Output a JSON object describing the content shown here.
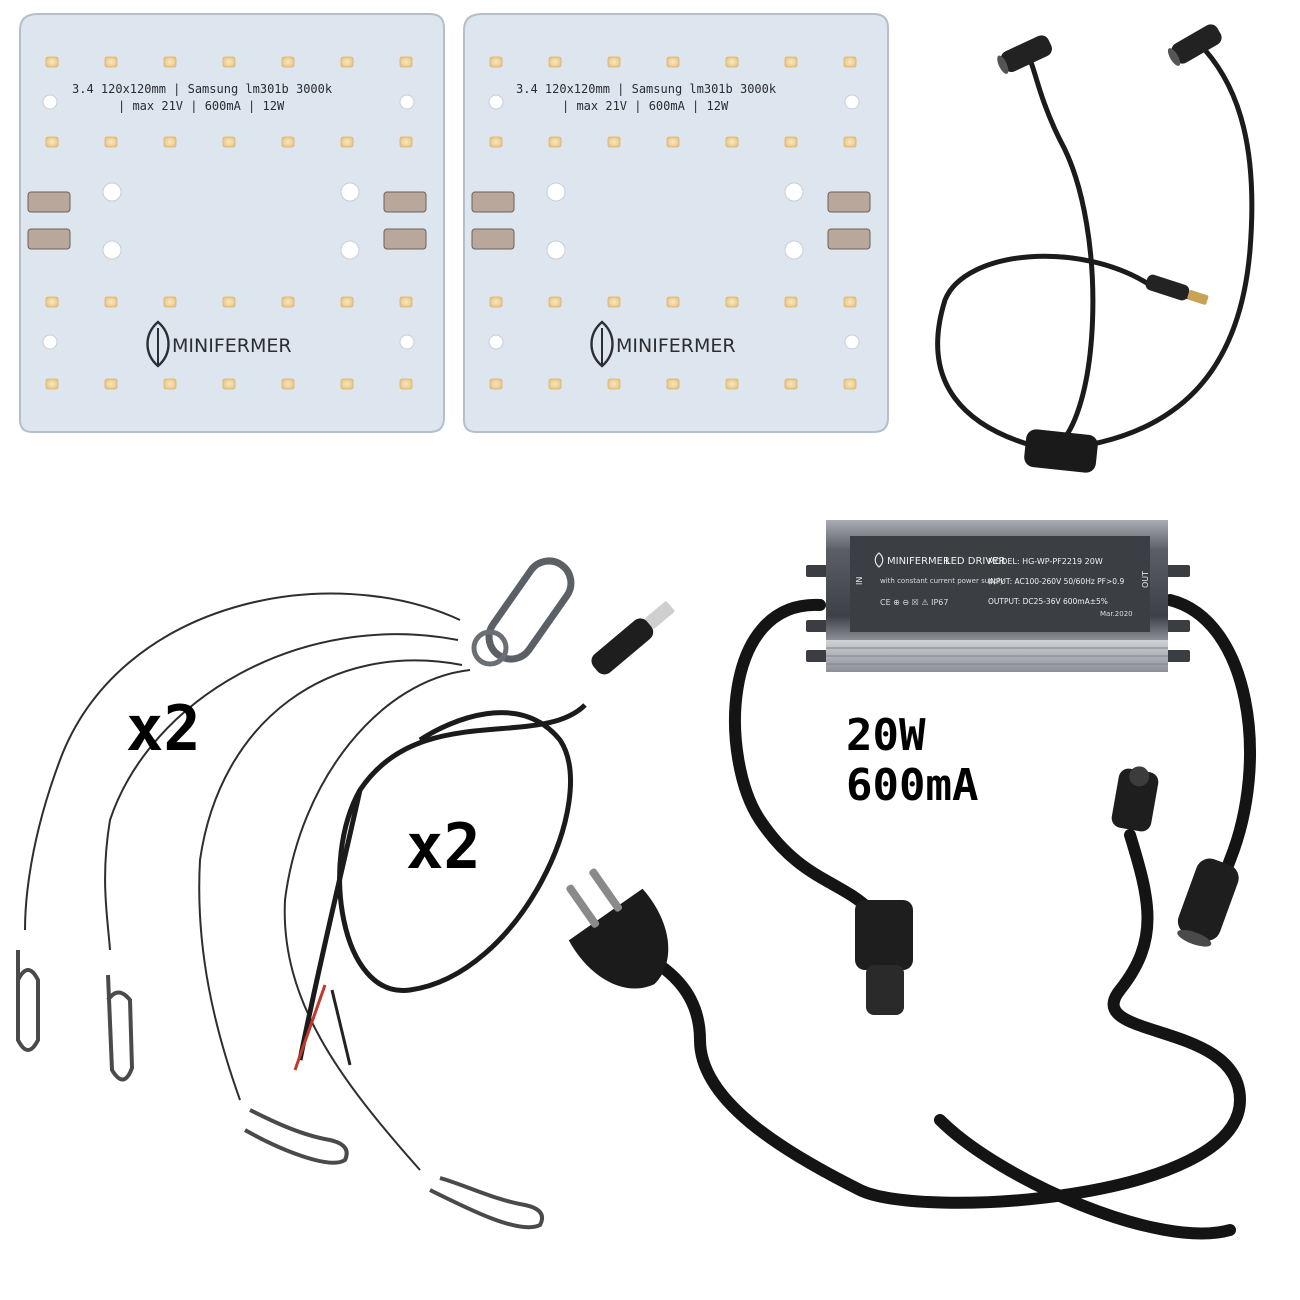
{
  "colors": {
    "pcb": "#dfe6ef",
    "pcb_edge": "#b9c3cf",
    "led": "#f0d49a",
    "led_core": "#f6e2b6",
    "cable": "#1b1b1b",
    "wire": "#3a3a3a",
    "driver_body": "#7d8187",
    "driver_label": "#2b2e33",
    "background": "#ffffff"
  },
  "boards": [
    {
      "spec_line_1": "3.4  120x120mm  | Samsung lm301b  3000k",
      "spec_line_2": "| max 21V | 600mA | 12W",
      "brand": "MINIFERMER"
    },
    {
      "spec_line_1": "3.4  120x120mm  | Samsung lm301b  3000k",
      "spec_line_2": "| max 21V | 600mA | 12W",
      "brand": "MINIFERMER"
    }
  ],
  "driver": {
    "brand": "MINIFERMER",
    "title": "LED DRIVER",
    "subtitle": "with constant current power supply",
    "model": "MODEL: HG-WP-PF2219 20W",
    "input": "INPUT: AC100-260V  50/60Hz PF>0.9",
    "output": "OUTPUT: DC25-36V  600mA±5%",
    "date": "Mar.2020",
    "marks": "CE ⊕ ⊖ ☒ ⚠ IP67",
    "side_in": "IN",
    "side_out": "OUT"
  },
  "labels": {
    "hangers_qty": "x2",
    "wires_qty": "x2",
    "power": "20W",
    "current": "600mA"
  },
  "icons": {
    "brand_logo": "leaf-icon",
    "plug": "eu-plug-icon",
    "carabiner": "carabiner-icon"
  }
}
